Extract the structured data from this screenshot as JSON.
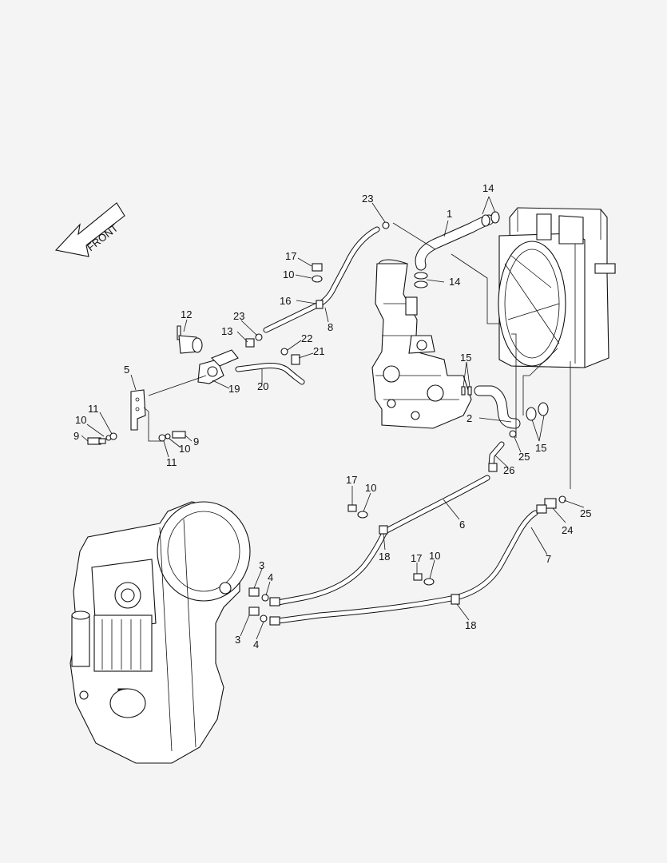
{
  "front_arrow": {
    "label": "FRONT"
  },
  "callouts": [
    {
      "id": "c23a",
      "text": "23"
    },
    {
      "id": "c14a",
      "text": "14"
    },
    {
      "id": "c1",
      "text": "1"
    },
    {
      "id": "c17a",
      "text": "17"
    },
    {
      "id": "c10a",
      "text": "10"
    },
    {
      "id": "c14b",
      "text": "14"
    },
    {
      "id": "c16",
      "text": "16"
    },
    {
      "id": "c8",
      "text": "8"
    },
    {
      "id": "c12",
      "text": "12"
    },
    {
      "id": "c23b",
      "text": "23"
    },
    {
      "id": "c13",
      "text": "13"
    },
    {
      "id": "c22",
      "text": "22"
    },
    {
      "id": "c21",
      "text": "21"
    },
    {
      "id": "c15a",
      "text": "15"
    },
    {
      "id": "c5",
      "text": "5"
    },
    {
      "id": "c19",
      "text": "19"
    },
    {
      "id": "c20",
      "text": "20"
    },
    {
      "id": "c11a",
      "text": "11"
    },
    {
      "id": "c10b",
      "text": "10"
    },
    {
      "id": "c9a",
      "text": "9"
    },
    {
      "id": "c9b",
      "text": "9"
    },
    {
      "id": "c10c",
      "text": "10"
    },
    {
      "id": "c11b",
      "text": "11"
    },
    {
      "id": "c2",
      "text": "2"
    },
    {
      "id": "c15b",
      "text": "15"
    },
    {
      "id": "c25a",
      "text": "25"
    },
    {
      "id": "c26",
      "text": "26"
    },
    {
      "id": "c17b",
      "text": "17"
    },
    {
      "id": "c10d",
      "text": "10"
    },
    {
      "id": "c6",
      "text": "6"
    },
    {
      "id": "c25b",
      "text": "25"
    },
    {
      "id": "c24",
      "text": "24"
    },
    {
      "id": "c18a",
      "text": "18"
    },
    {
      "id": "c7",
      "text": "7"
    },
    {
      "id": "c17c",
      "text": "17"
    },
    {
      "id": "c10e",
      "text": "10"
    },
    {
      "id": "c3a",
      "text": "3"
    },
    {
      "id": "c4a",
      "text": "4"
    },
    {
      "id": "c3b",
      "text": "3"
    },
    {
      "id": "c4b",
      "text": "4"
    },
    {
      "id": "c18b",
      "text": "18"
    }
  ]
}
